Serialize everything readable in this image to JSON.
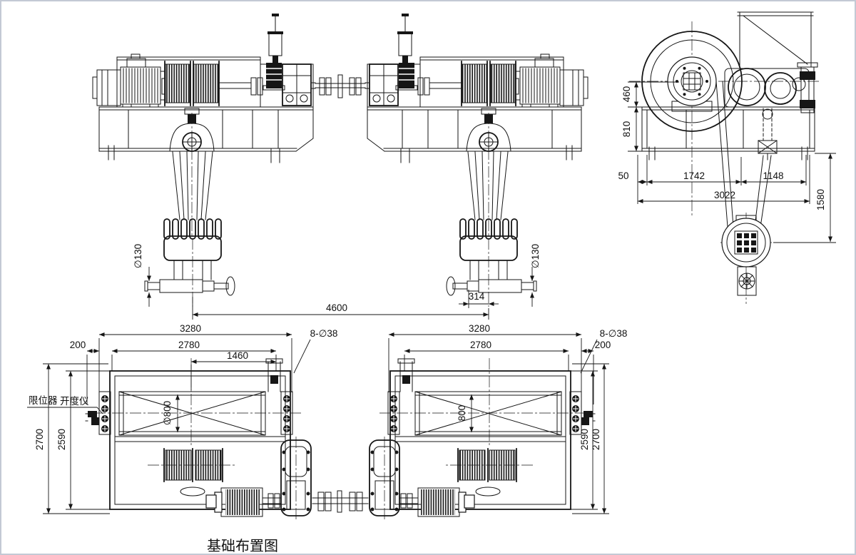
{
  "drawing": {
    "title": "基础布置图",
    "labels": {
      "limit_switch": "限位器",
      "opening_gauge": "开度仪"
    },
    "elevation_dims": {
      "hook_dia_left": "∅130",
      "hook_dia_right": "∅130",
      "hook_span": "4600",
      "rope_offset": "314"
    },
    "side_view_dims": {
      "drum_center_height": "460",
      "frame_depth": "810",
      "edge_offset": "50",
      "drum_span": "1742",
      "gear_span": "1148",
      "total_width": "3022",
      "hook_drop": "1580"
    },
    "plan_left_dims": {
      "overall_width": "3280",
      "inner_width": "2780",
      "half_width": "1460",
      "edge_margin": "200",
      "anchor_holes": "8-∅38",
      "drum_dia": "∅800",
      "overall_depth": "2700",
      "inner_depth": "2590"
    },
    "plan_right_dims": {
      "overall_width": "3280",
      "inner_width": "2780",
      "edge_margin": "200",
      "anchor_holes": "8-∅38",
      "drum_dia": "800",
      "overall_depth": "2700",
      "inner_depth": "2590"
    }
  }
}
